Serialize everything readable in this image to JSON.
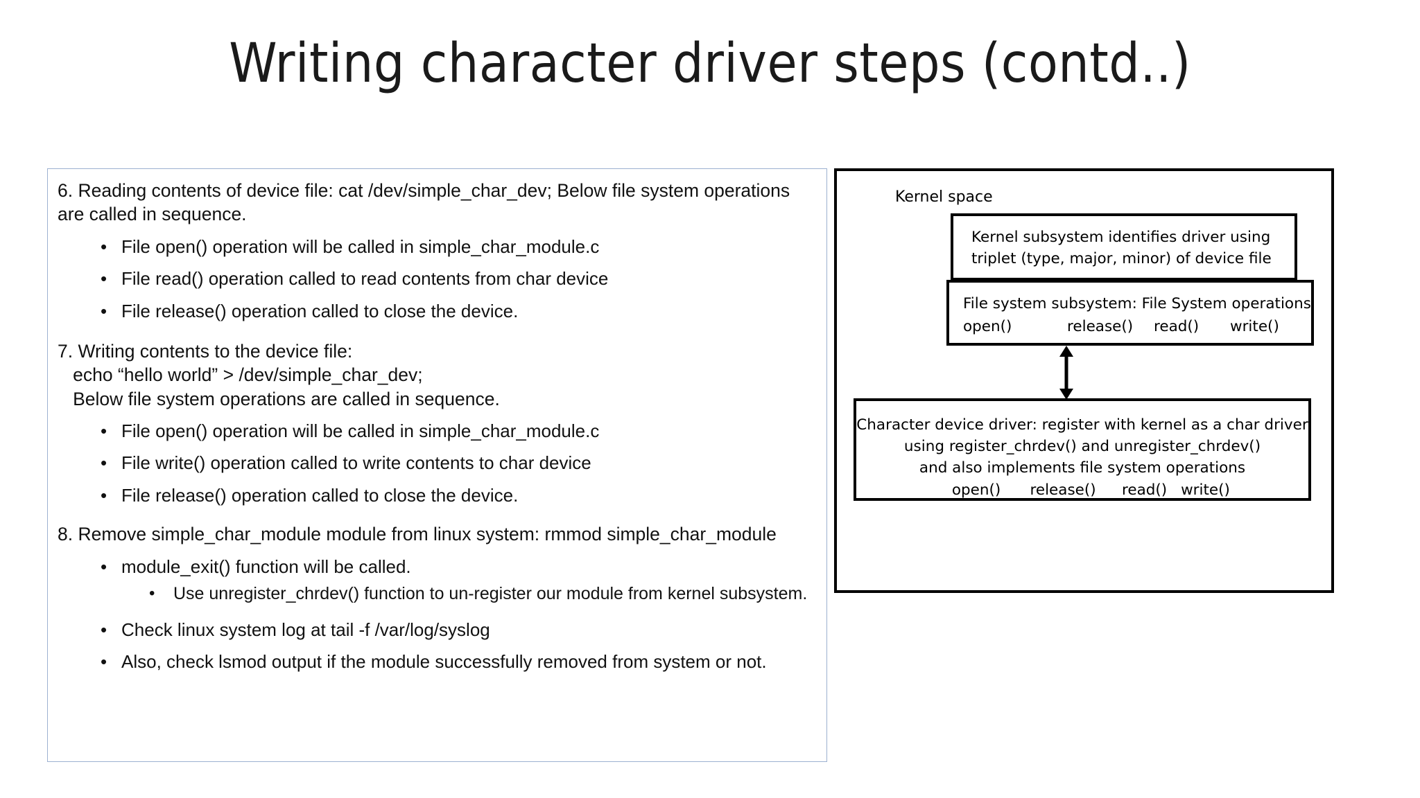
{
  "slide": {
    "title": "Writing character driver steps (contd..)"
  },
  "content": {
    "step6": {
      "heading": "6. Reading contents of device file: cat /dev/simple_char_dev; Below file system operations are called in sequence.",
      "bullets": [
        "File open() operation will be called in simple_char_module.c",
        "File read() operation called to read contents from char device",
        "File release() operation called to close the device."
      ]
    },
    "step7": {
      "heading": "7. Writing contents to the device file:\n   echo “hello world” > /dev/simple_char_dev;\n   Below file system operations are called in sequence.",
      "bullets": [
        "File open() operation will be called in simple_char_module.c",
        "File write() operation called to write contents to char device",
        "File release() operation called to close the device."
      ]
    },
    "step8": {
      "heading": "8. Remove simple_char_module module from linux system: rmmod simple_char_module",
      "bullets": [
        "module_exit() function will be called.",
        "Check linux system log at tail -f /var/log/syslog",
        "Also, check lsmod output if the module successfully removed from system or not."
      ],
      "subbullet": "Use unregister_chrdev() function to un-register our module from kernel subsystem."
    }
  },
  "diagram": {
    "space_label": "Kernel space",
    "kernel_subsystem_box": "Kernel subsystem identifies driver using\ntriplet (type, major, minor) of device file",
    "filesystem_box": {
      "title": "File system subsystem: File System operations",
      "ops": [
        "open()",
        "release()",
        "read()",
        "write()"
      ]
    },
    "driver_box": {
      "line1": "Character device driver: register with kernel as a char driver",
      "line2": "using register_chrdev() and unregister_chrdev()",
      "line3": "and also implements file system operations",
      "ops": [
        "open()",
        "release()",
        "read()",
        "write()"
      ]
    },
    "arrow": "double-headed-vertical-arrow"
  },
  "colors": {
    "textbox_border": "#9cb0d0",
    "diagram_border": "#000000",
    "text": "#111111",
    "background": "#ffffff"
  }
}
